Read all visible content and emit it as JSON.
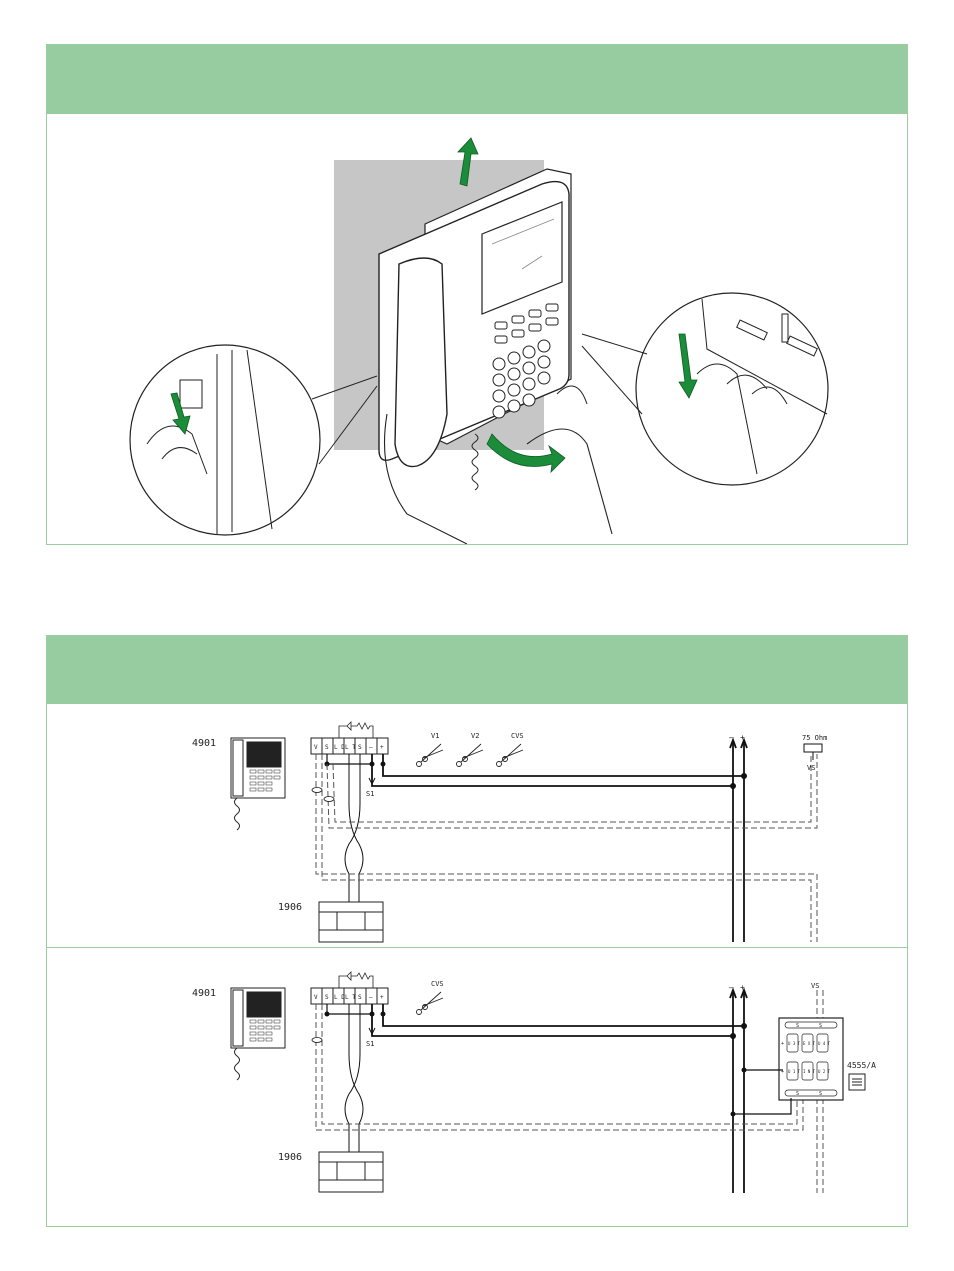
{
  "colors": {
    "header_green": "#97cba0",
    "border_green": "#9ccd9f",
    "arrow_green": "#1a8c3a",
    "wall_gray": "#c6c6c6",
    "line": "#111111"
  },
  "icons": [
    "up-arrow-icon",
    "down-arrow-icon",
    "curved-arrow-icon",
    "scissors-icon",
    "resistor-icon"
  ],
  "wiring1": {
    "monitor_label": "4901",
    "power_label": "1906",
    "terminals": [
      "V",
      "S",
      "L D",
      "L T",
      "S",
      "–",
      "+"
    ],
    "switch_label": "S1",
    "cut_labels": [
      "V1",
      "V2",
      "CVS"
    ],
    "bus_labels": [
      "–",
      "+"
    ],
    "resistor_label": "75 Ohm",
    "vs_label": "VS"
  },
  "wiring2": {
    "monitor_label": "4901",
    "power_label": "1906",
    "terminals": [
      "V",
      "S",
      "L D",
      "L T",
      "S",
      "–",
      "+"
    ],
    "switch_label": "S1",
    "cut_labels": [
      "CVS"
    ],
    "bus_labels": [
      "–",
      "+"
    ],
    "vs_label": "VS",
    "module_label": "4555/A",
    "module_terminals": [
      "S",
      "S",
      "+",
      "U 3 T",
      "E X T",
      "U 4 T",
      "+",
      "U 1 T",
      "I N T",
      "U 2 T",
      "S",
      "S"
    ]
  }
}
